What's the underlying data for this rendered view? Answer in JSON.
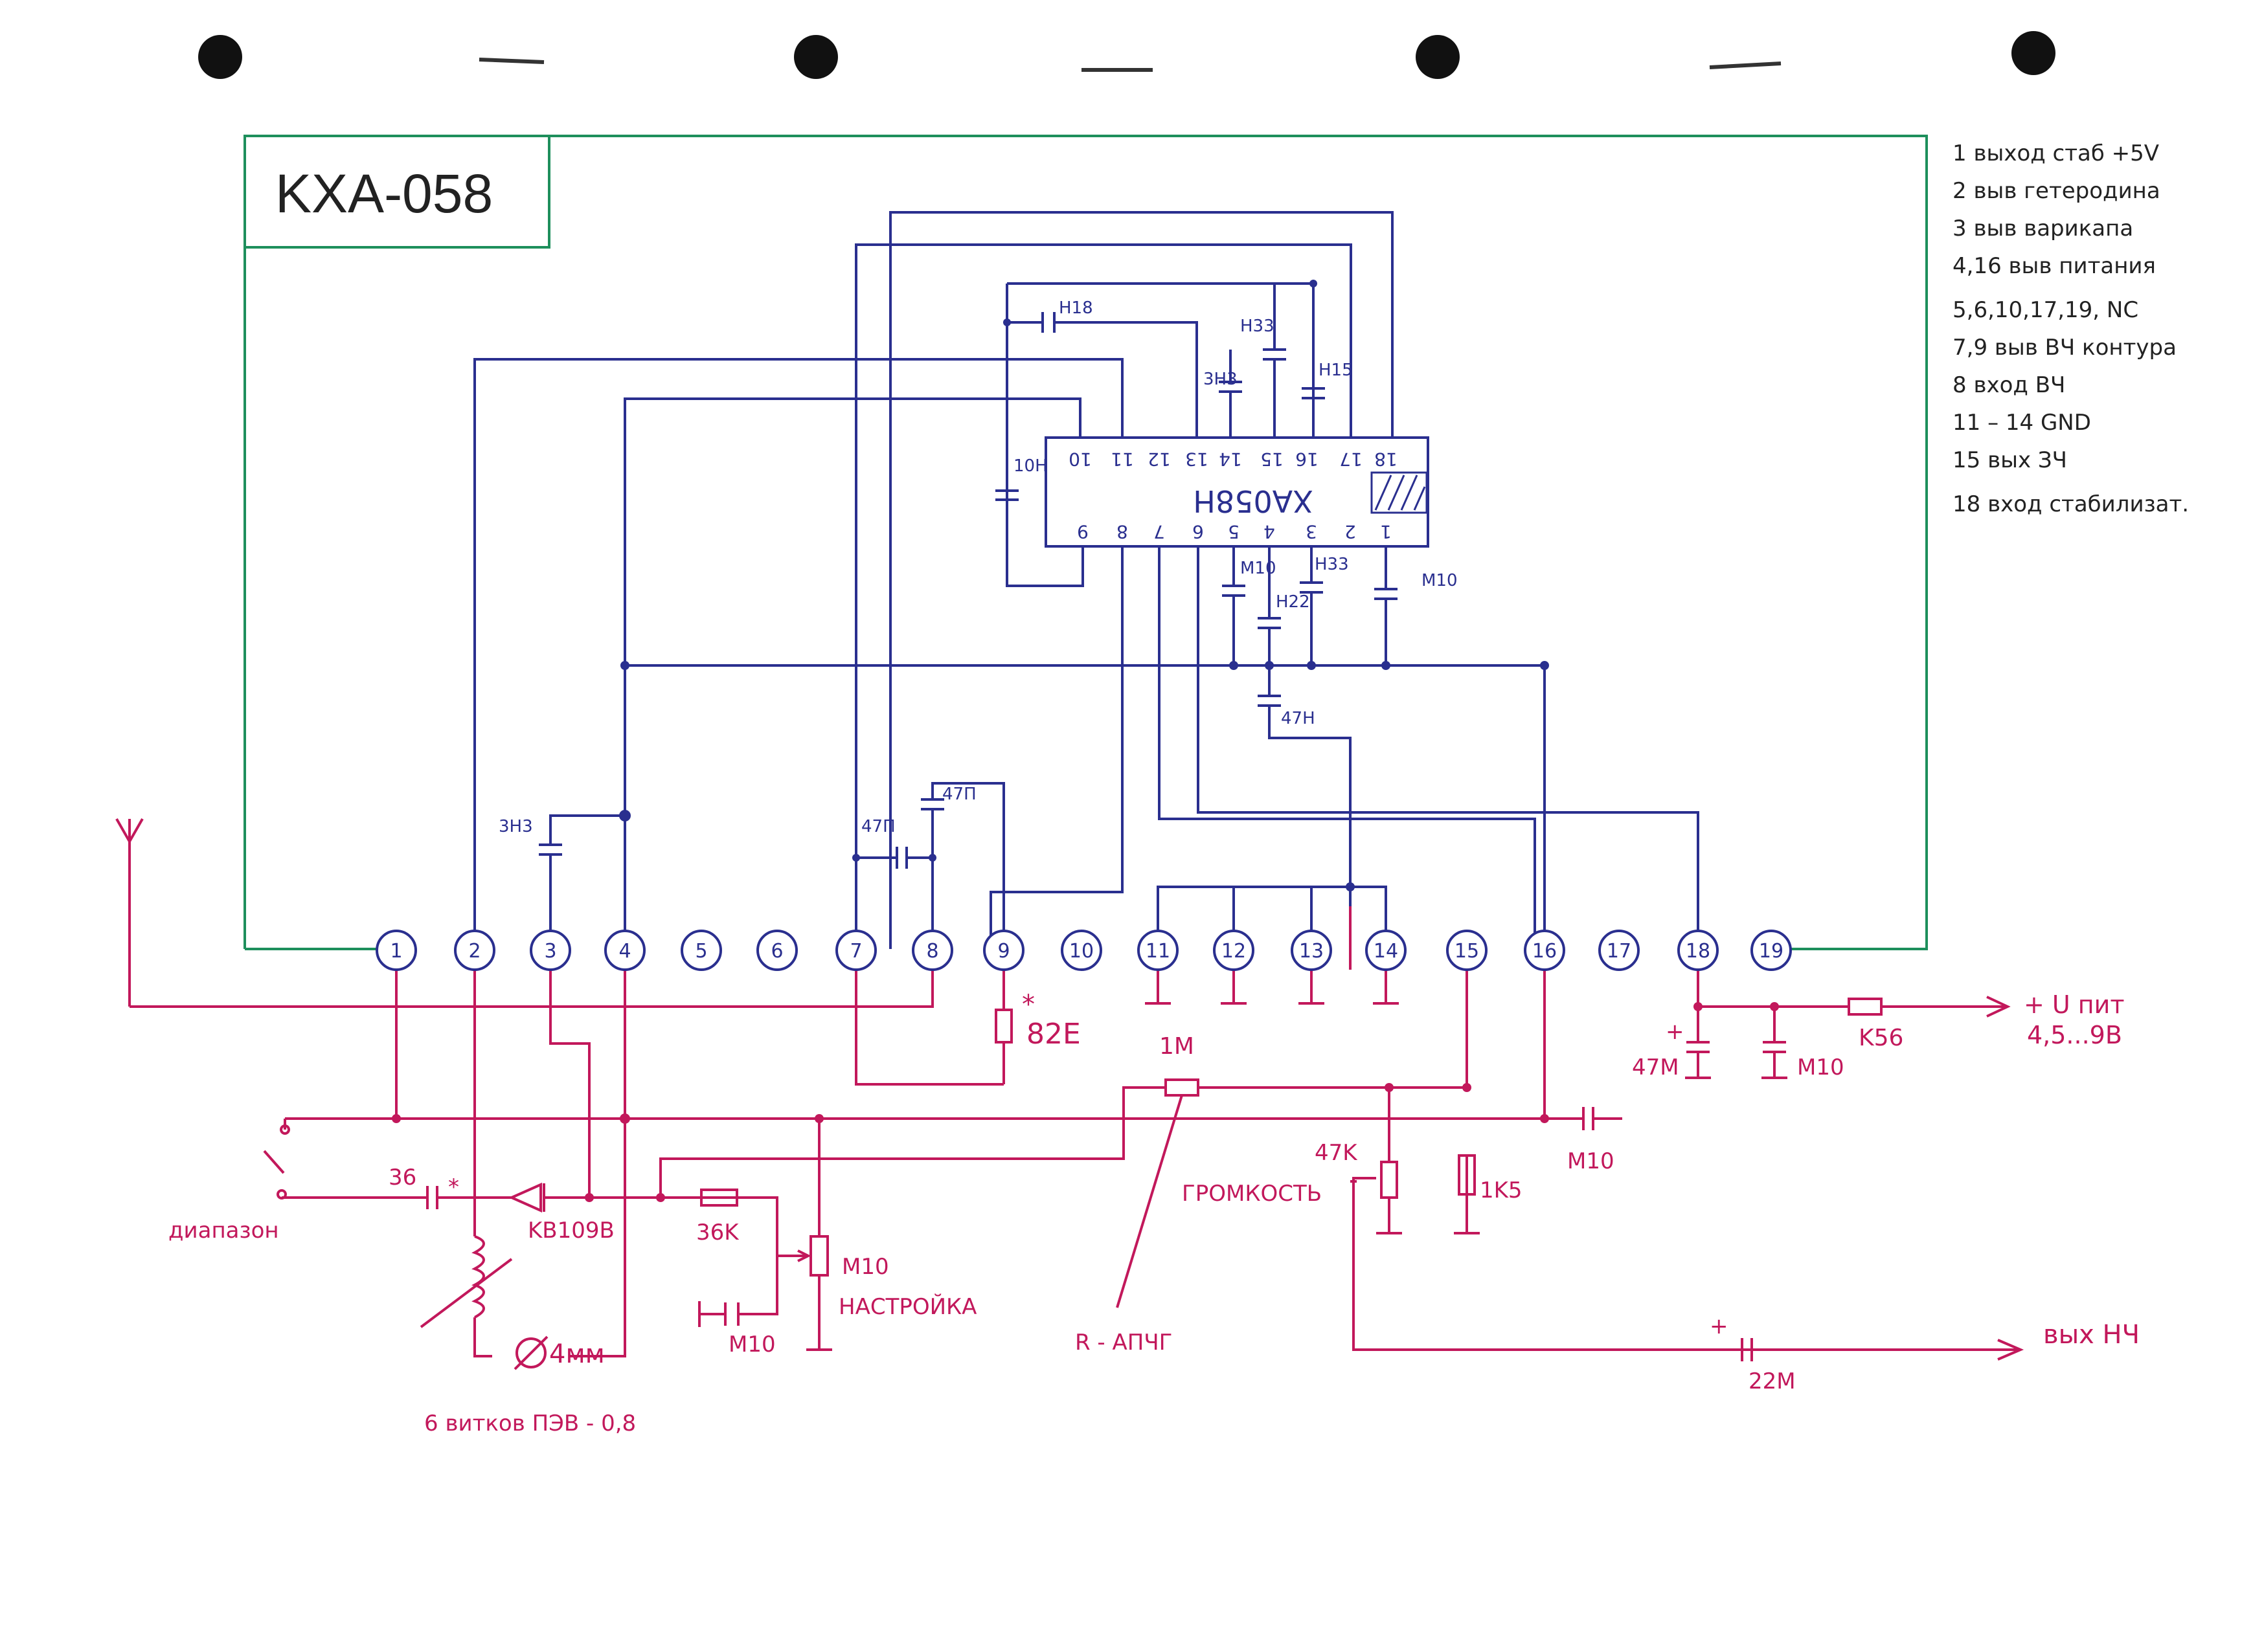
{
  "module": {
    "title": "KXA-058",
    "border_color": "#1e8f5c"
  },
  "ic": {
    "label": "XA058H",
    "top_pins": [
      "10",
      "11",
      "12",
      "13",
      "14",
      "15",
      "16",
      "17",
      "18"
    ],
    "bottom_pins": [
      "9",
      "8",
      "7",
      "6",
      "5",
      "4",
      "3",
      "2",
      "1"
    ]
  },
  "pin_legend": [
    "1  выход стаб  +5V",
    "2  выв  гетеродина",
    "3  выв  варикапа",
    "4,16  выв  питания",
    "5,6,10,17,19,  NC",
    "7,9  выв  ВЧ  контура",
    "8  вход  ВЧ",
    "11 – 14  GND",
    "15  вых  ЗЧ",
    "18  вход  стабилизат."
  ],
  "module_pins": [
    "1",
    "2",
    "3",
    "4",
    "5",
    "6",
    "7",
    "8",
    "9",
    "10",
    "11",
    "12",
    "13",
    "14",
    "15",
    "16",
    "17",
    "18",
    "19"
  ],
  "internal_components": {
    "c_h18": "H18",
    "c_h33_top": "H33",
    "c_3h3_top": "3H3",
    "c_h15": "H15",
    "c_10h": "10H",
    "c_m10_p6": "M10",
    "c_h22": "H22",
    "c_h33_p2": "H33",
    "c_m10_p1": "M10",
    "c_47h": "47H",
    "c_3h3_left": "3H3",
    "c_47p_a": "47П",
    "c_47p_b": "47П"
  },
  "external_labels": {
    "r_82e": "82E",
    "star": "*",
    "r_1m": "1M",
    "r_47k": "47K",
    "volume": "ГРОМКОСТЬ",
    "r_1k5": "1K5",
    "c_m10_out": "M10",
    "supply": "+ U пит",
    "supply_range": "4,5...9В",
    "r_k56": "K56",
    "c_47m": "47M",
    "c_m10_supply": "M10",
    "plus": "+",
    "c_36": "36",
    "band_switch": "диапазон",
    "varicap": "KB109В",
    "r_36k": "36K",
    "pot_m10": "M10",
    "tuning": "НАСТРОЙКА",
    "c_m10_tuning": "M10",
    "afc": "R - АПЧГ",
    "coil_diameter": "4мм",
    "coil_spec": "6 витков ПЭВ - 0,8",
    "c_22m": "22M",
    "audio_out": "вых НЧ"
  },
  "colors": {
    "board": "#1e8f5c",
    "internal_wiring": "#2a2f8f",
    "external_wiring": "#c2185b",
    "ink": "#222222"
  }
}
